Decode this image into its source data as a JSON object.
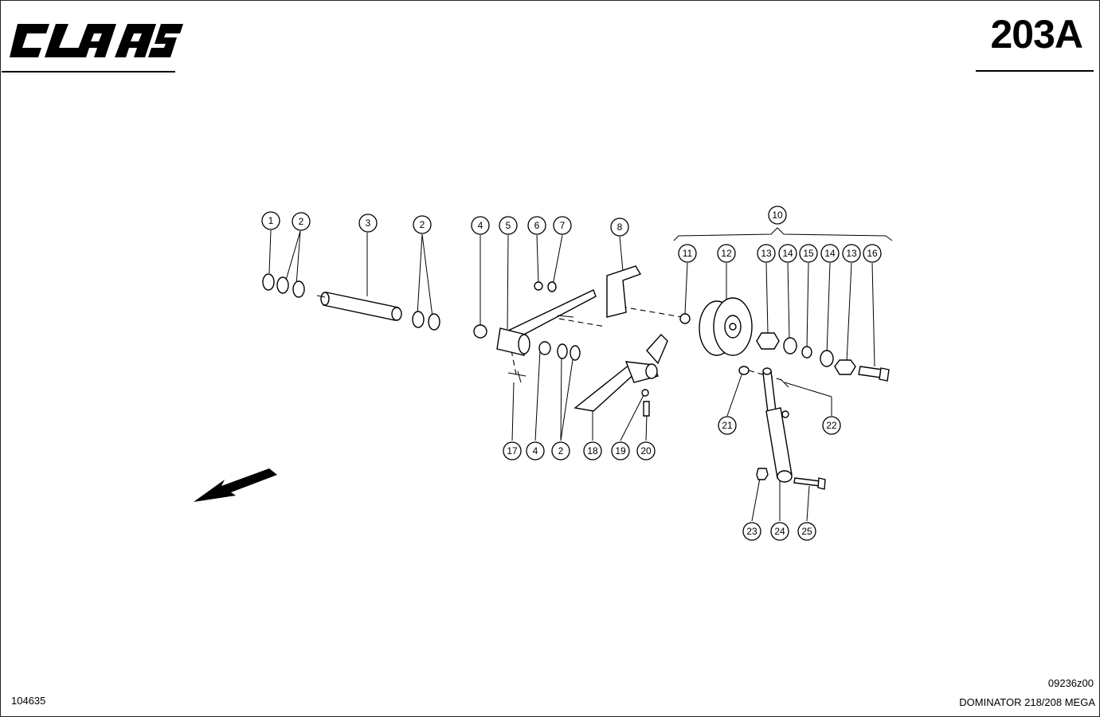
{
  "header": {
    "brand": "CLAAS",
    "page_number": "203A"
  },
  "footer": {
    "left_id": "104635",
    "drawing_code": "09236z00",
    "model": "DOMINATOR 218/208 MEGA"
  },
  "callouts": [
    "1",
    "2",
    "3",
    "2",
    "4",
    "5",
    "6",
    "7",
    "8",
    "10",
    "11",
    "12",
    "13",
    "14",
    "15",
    "14",
    "13",
    "16",
    "17",
    "4",
    "2",
    "18",
    "19",
    "20",
    "21",
    "22",
    "23",
    "24",
    "25"
  ]
}
